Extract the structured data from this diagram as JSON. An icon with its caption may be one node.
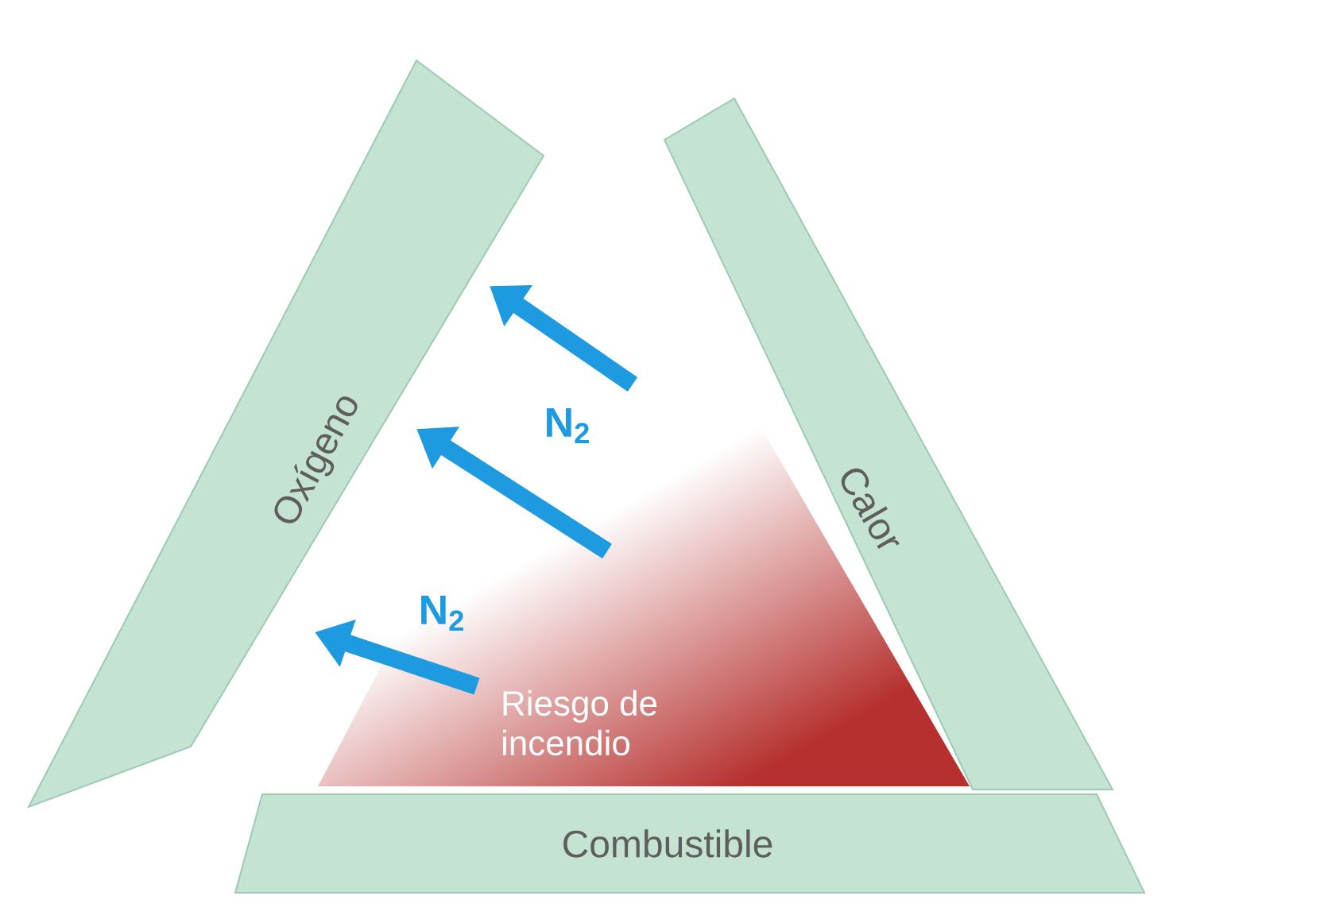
{
  "diagram": {
    "nodes": [
      {
        "text": [
          "Oxígeno"
        ]
      },
      {
        "text": [
          "Calor"
        ]
      },
      {
        "text": [
          "Riesgo de incendio"
        ]
      },
      {
        "text": [
          "Combustible"
        ]
      }
    ],
    "labels": [
      "N$_{2}$",
      "N$_{2}$"
    ]
  }
}
